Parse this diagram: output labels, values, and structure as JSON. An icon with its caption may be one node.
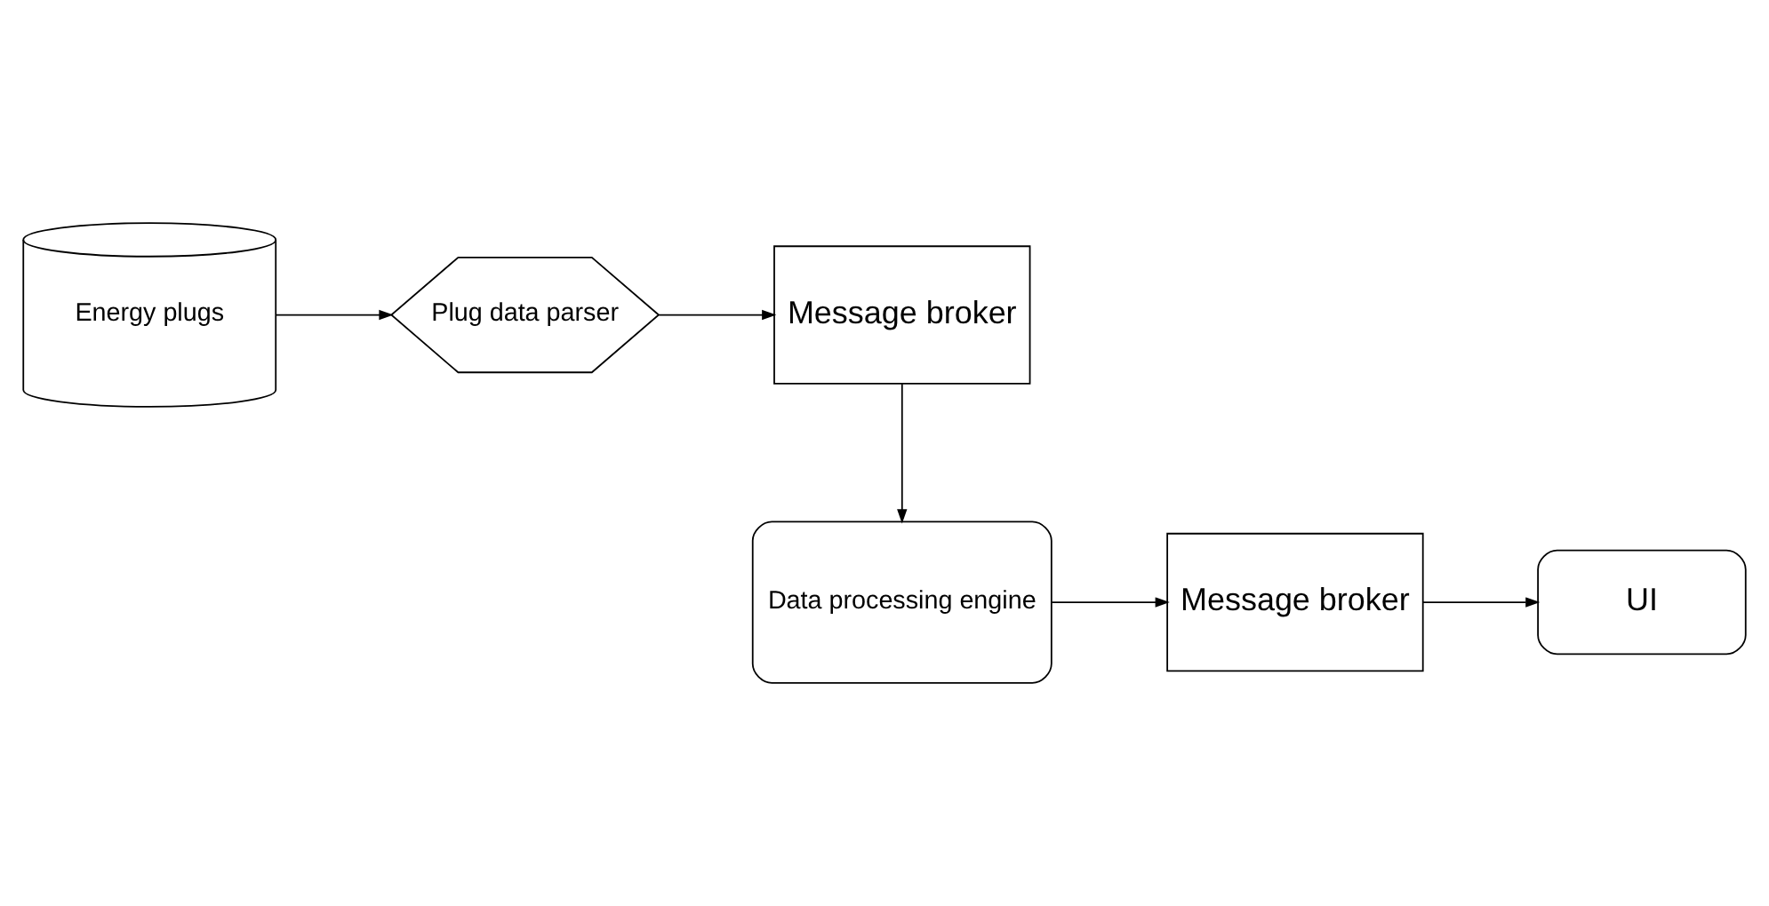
{
  "diagram": {
    "nodes": [
      {
        "text": [
          "Energy plugs"
        ]
      },
      {
        "text": [
          "Plug data parser"
        ]
      },
      {
        "text": [
          "Message broker"
        ]
      },
      {
        "text": [
          "Data processing engine"
        ]
      },
      {
        "text": [
          "Message broker"
        ]
      },
      {
        "text": [
          "UI"
        ]
      }
    ],
    "edges": [
      {
        "from": 0,
        "to": 1,
        "arrow": "to"
      },
      {
        "from": 1,
        "to": 2,
        "arrow": "to"
      },
      {
        "from": 2,
        "to": 3,
        "arrow": "to"
      },
      {
        "from": 3,
        "to": 4,
        "arrow": "to"
      },
      {
        "from": 4,
        "to": 5,
        "arrow": "to"
      }
    ]
  }
}
